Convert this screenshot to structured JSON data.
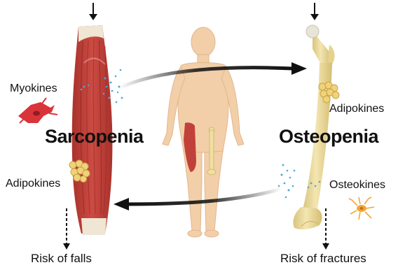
{
  "labels": {
    "myokines": "Myokines",
    "sarcopenia": "Sarcopenia",
    "adipokines_left": "Adipokines",
    "risk_falls": "Risk of falls",
    "adipokines_right": "Adipokines",
    "osteopenia": "Osteopenia",
    "osteokines": "Osteokines",
    "risk_fractures": "Risk of fractures"
  },
  "colors": {
    "muscle": "#c0413a",
    "muscle_dark": "#8e2a24",
    "tendon": "#efe6d3",
    "bone": "#efdfa0",
    "bone_shade": "#d8c37c",
    "skin": "#f2cfa9",
    "skin_shade": "#e3b68c",
    "fat": "#f0d27a",
    "fat_edge": "#c9a446",
    "myocyte": "#d9343a",
    "osteocyte": "#f2a735",
    "dots": "#4aa8d8",
    "arrow": "#111111"
  },
  "icons": [
    "down-arrow-icon",
    "muscle-cell-icon",
    "fat-cells-icon",
    "osteocyte-icon",
    "dashed-down-arrow-icon"
  ]
}
